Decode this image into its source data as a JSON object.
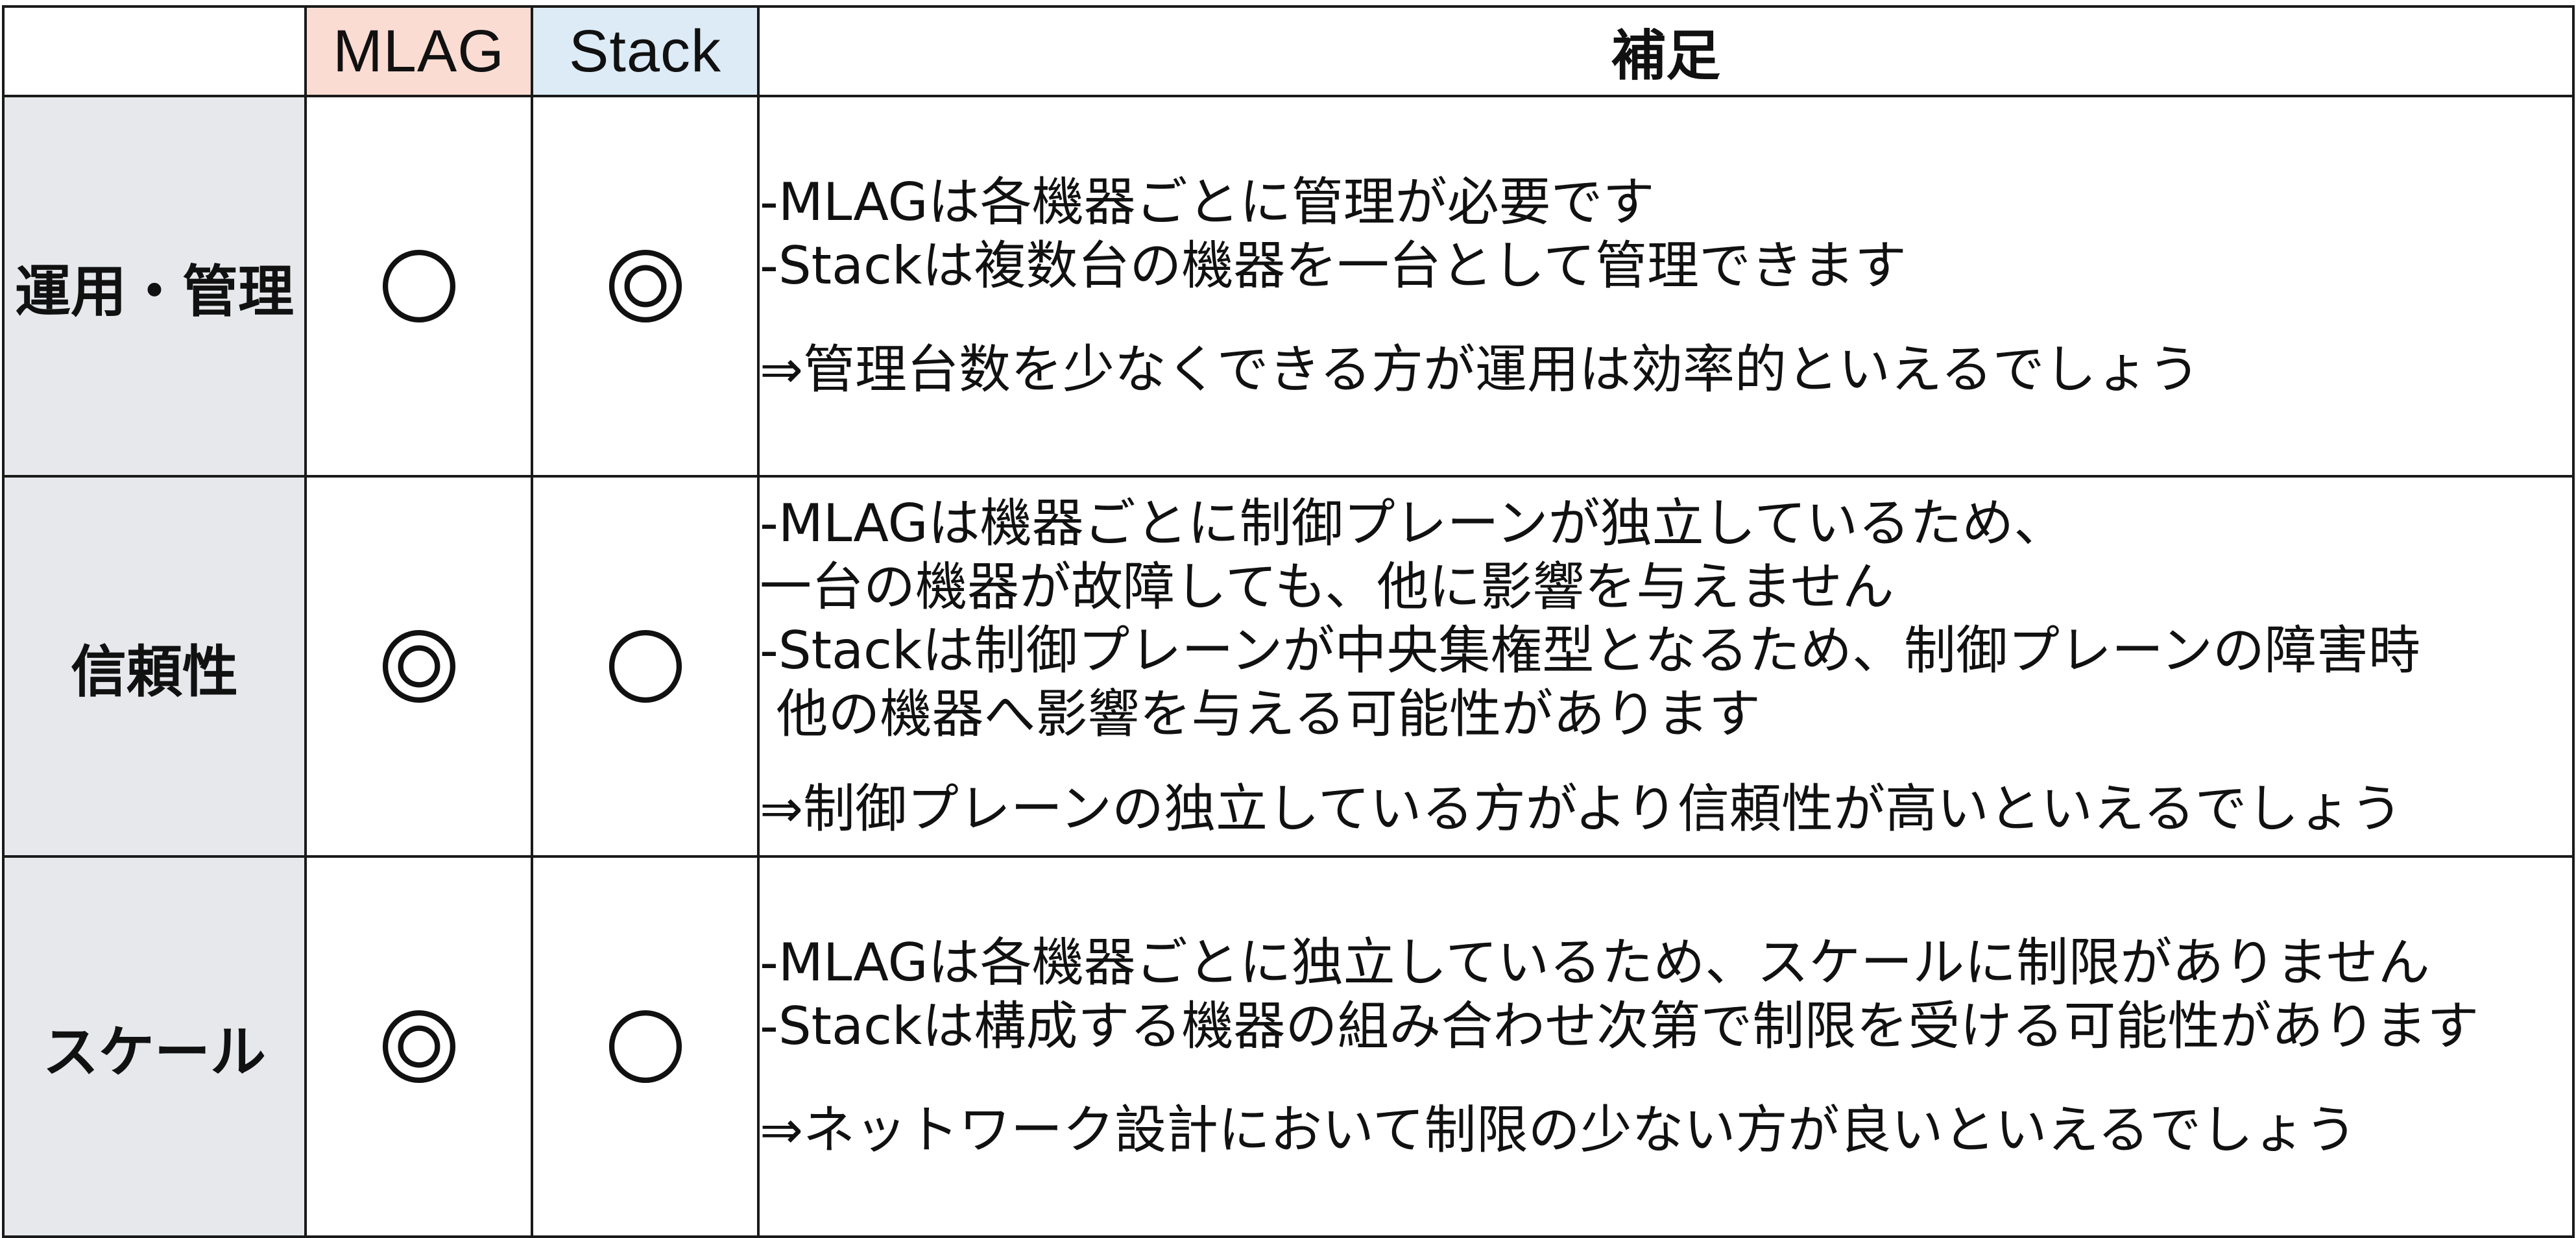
{
  "table": {
    "header": {
      "corner": "",
      "mlag": "MLAG",
      "stack": "Stack",
      "note": "補足"
    },
    "rows": [
      {
        "label": "運用・管理",
        "mlag_mark": "○",
        "stack_mark": "◎",
        "notes": [
          "-MLAGは各機器ごとに管理が必要です",
          "-Stackは複数台の機器を一台として管理できます"
        ],
        "conclusion": "⇒管理台数を少なくできる方が運用は効率的といえるでしょう"
      },
      {
        "label": "信頼性",
        "mlag_mark": "◎",
        "stack_mark": "○",
        "notes": [
          "-MLAGは機器ごとに制御プレーンが独立しているため、",
          "一台の機器が故障しても、他に影響を与えません",
          "-Stackは制御プレーンが中央集権型となるため、制御プレーンの障害時",
          " 他の機器へ影響を与える可能性があります"
        ],
        "conclusion": "⇒制御プレーンの独立している方がより信頼性が高いといえるでしょう"
      },
      {
        "label": "スケール",
        "mlag_mark": "◎",
        "stack_mark": "○",
        "notes": [
          "-MLAGは各機器ごとに独立しているため、スケールに制限がありません",
          "-Stackは構成する機器の組み合わせ次第で制限を受ける可能性があります"
        ],
        "conclusion": "⇒ネットワーク設計において制限の少ない方が良いといえるでしょう"
      }
    ]
  },
  "colors": {
    "mlag_header_bg": "#fbdcd2",
    "stack_header_bg": "#dcebf6",
    "label_bg": "#e6e8ec",
    "border": "#1a1a1a"
  },
  "icons": {
    "single_circle": "circle-icon",
    "double_circle": "double-circle-icon"
  }
}
